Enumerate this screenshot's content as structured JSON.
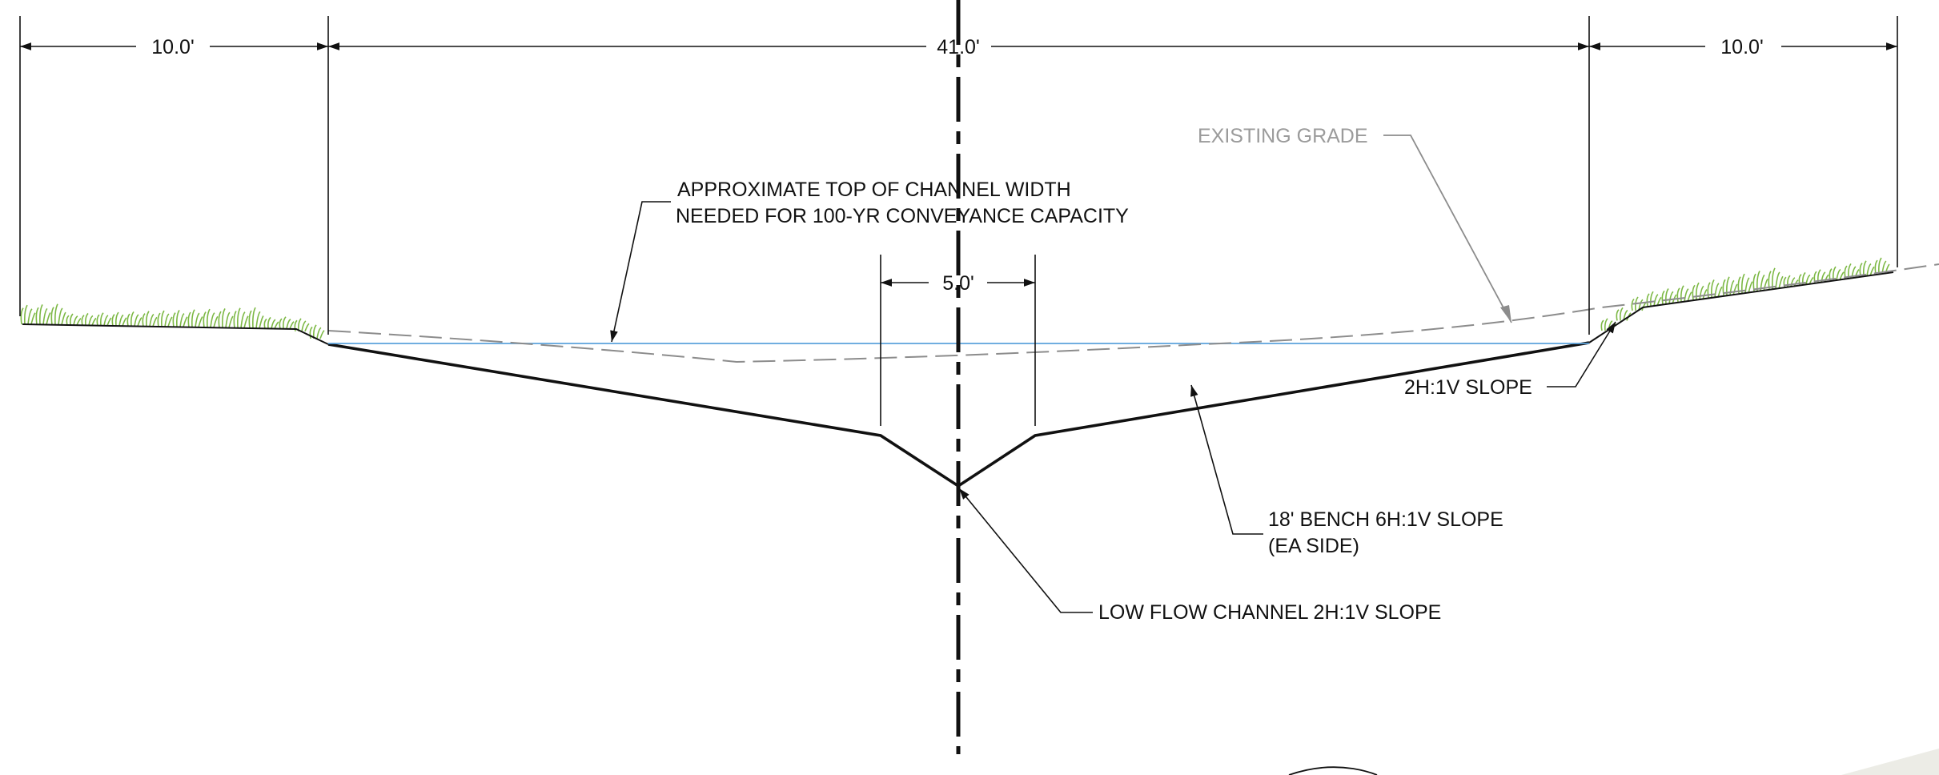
{
  "dimensions": {
    "left_bank_width": "10.0'",
    "channel_top_width": "41.0'",
    "right_bank_width": "10.0'",
    "low_flow_width": "5.0'"
  },
  "annotations": {
    "existing_grade": "EXISTING GRADE",
    "top_width_line1": "APPROXIMATE TOP OF CHANNEL WIDTH",
    "top_width_line2": "NEEDED FOR 100-YR CONVEYANCE CAPACITY",
    "side_slope": "2H:1V SLOPE",
    "bench_line1": "18' BENCH 6H:1V SLOPE",
    "bench_line2": "(EA SIDE)",
    "low_flow": "LOW FLOW CHANNEL 2H:1V SLOPE"
  },
  "colors": {
    "linework": "#111111",
    "existing_grade": "#8c8c8c",
    "water_surface": "#5ba3dc",
    "vegetation": "#7cb844"
  }
}
